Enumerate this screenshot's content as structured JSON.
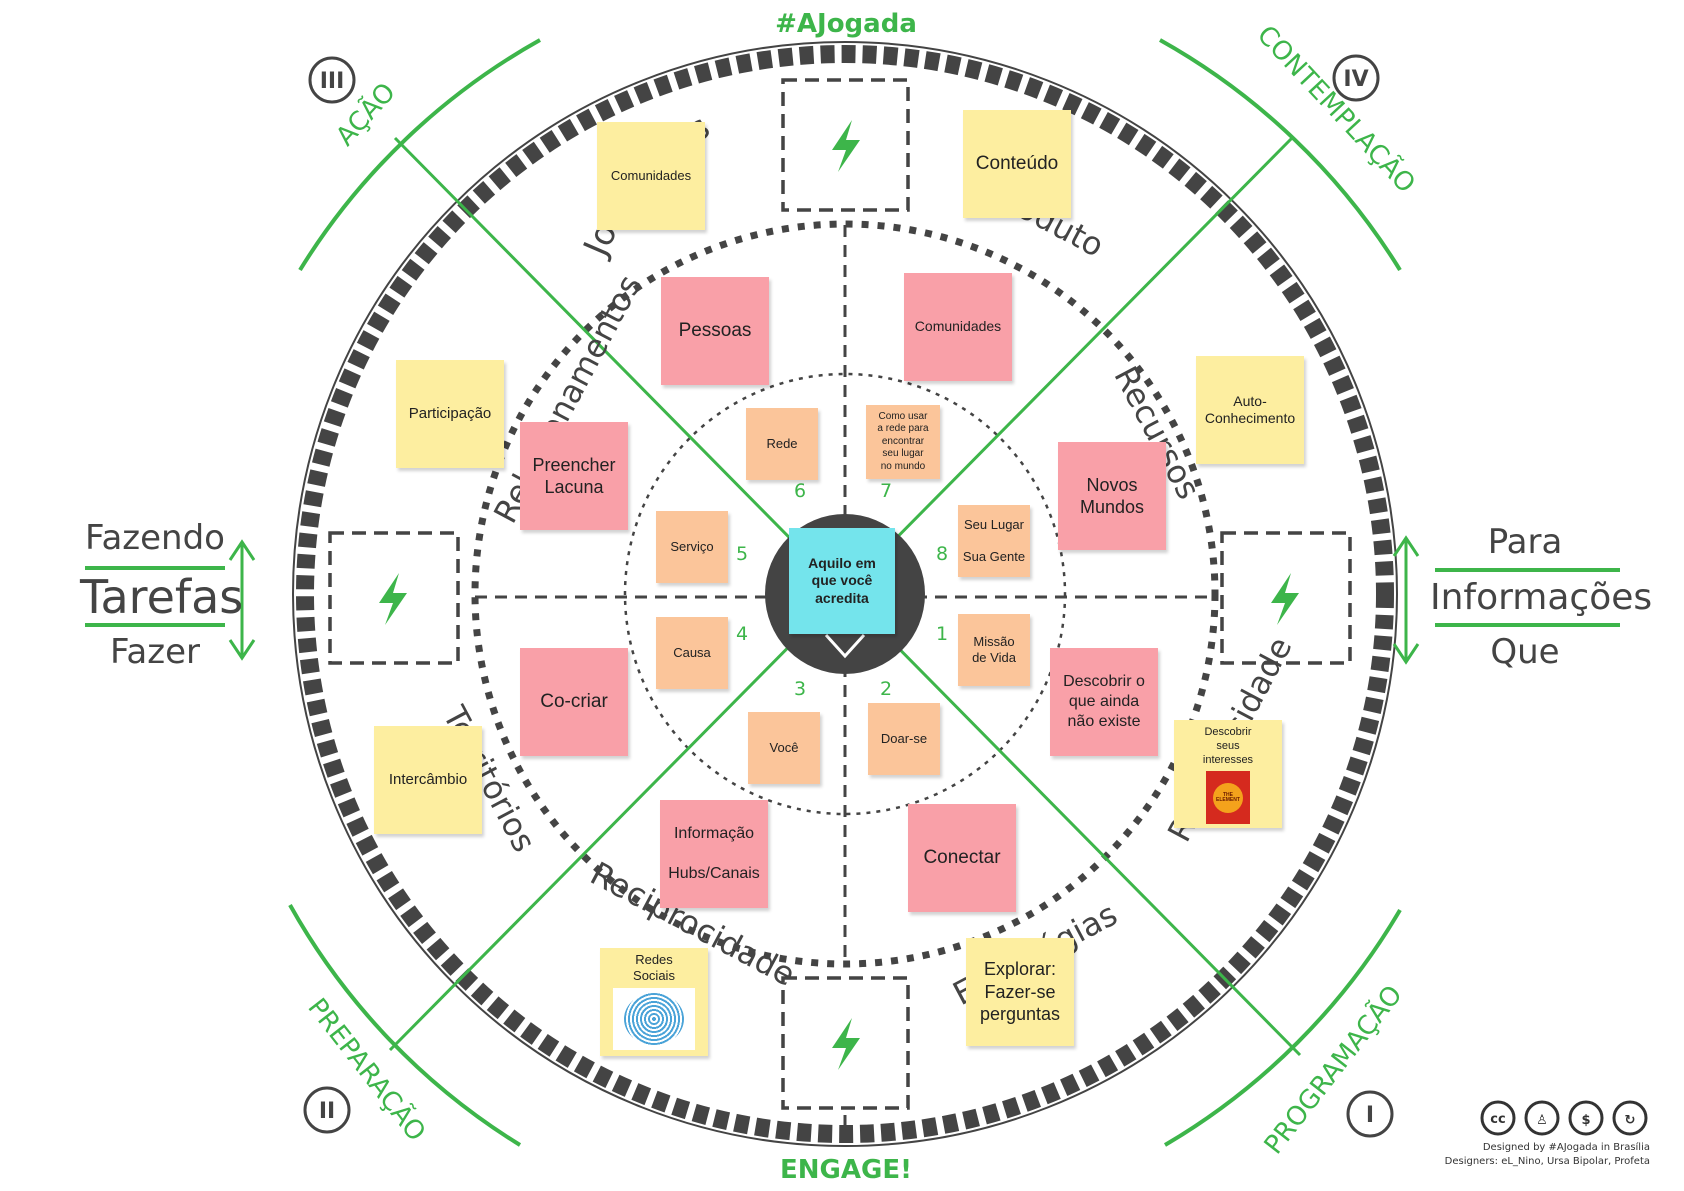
{
  "header": {
    "top_tag": "#AJogada",
    "bottom_tag": "ENGAGE!"
  },
  "phases": {
    "acao": "AÇÃO",
    "contemplacao": "CONTEMPLAÇÃO",
    "preparacao": "PREPARAÇÃO",
    "programacao": "PROGRAMAÇÃO"
  },
  "roman": {
    "acao": "III",
    "contemplacao": "IV",
    "preparacao": "II",
    "programacao": "I"
  },
  "left_panel": {
    "top": "Fazendo",
    "middle": "Tarefas",
    "bottom": "Fazer"
  },
  "right_panel": {
    "top": "Para",
    "middle": "Informações",
    "bottom": "Que"
  },
  "ring_labels": {
    "jogadores": "Jogadores",
    "produto": "Produto",
    "recursos": "Recursos",
    "relacionamentos": "Relacionamentos",
    "estrategias": "Estratégias",
    "reciprocidade": "Reciprocidade",
    "territorios": "Territórios"
  },
  "center": {
    "label": "Aquilo em que você acredita"
  },
  "outer_notes": [
    {
      "id": "comunidades-yellow",
      "text": "Comunidades"
    },
    {
      "id": "conteudo",
      "text": "Conteúdo"
    },
    {
      "id": "participacao",
      "text": "Participação"
    },
    {
      "id": "auto-conhecimento",
      "text": "Auto-\nConhecimento"
    },
    {
      "id": "intercambio",
      "text": "Intercâmbio"
    },
    {
      "id": "descobrir-interesses",
      "text": "Descobrir\nseus\ninteresses"
    },
    {
      "id": "redes-sociais",
      "text": "Redes\nSociais"
    },
    {
      "id": "explorar",
      "text": "Explorar:\nFazer-se\nperguntas"
    }
  ],
  "middle_notes": [
    {
      "id": "pessoas",
      "text": "Pessoas"
    },
    {
      "id": "comunidades-pink",
      "text": "Comunidades"
    },
    {
      "id": "preencher-lacuna",
      "text": "Preencher\nLacuna"
    },
    {
      "id": "novos-mundos",
      "text": "Novos\nMundos"
    },
    {
      "id": "co-criar",
      "text": "Co-criar"
    },
    {
      "id": "descobrir-nao-existe",
      "text": "Descobrir o\nque ainda\nnão existe"
    },
    {
      "id": "informacao-hubs",
      "text": "Informação\n\nHubs/Canais"
    },
    {
      "id": "conectar",
      "text": "Conectar"
    }
  ],
  "inner_notes": [
    {
      "id": "rede",
      "text": "Rede"
    },
    {
      "id": "como-usar",
      "text": "Como usar\na rede para\nencontrar\nseu lugar\nno mundo"
    },
    {
      "id": "servico",
      "text": "Serviço"
    },
    {
      "id": "seu-lugar",
      "text": "Seu Lugar\n\nSua Gente"
    },
    {
      "id": "causa",
      "text": "Causa"
    },
    {
      "id": "missao",
      "text": "Missão\nde Vida"
    },
    {
      "id": "voce",
      "text": "Você"
    },
    {
      "id": "doar-se",
      "text": "Doar-se"
    }
  ],
  "sector_numbers": [
    "1",
    "2",
    "3",
    "4",
    "5",
    "6",
    "7",
    "8"
  ],
  "book_cover_text": "THE ELEMENT",
  "credits": {
    "line1": "Designed by #AJogada in Brasília",
    "line2": "Designers: eL_Nino, Ursa Bipolar, Profeta"
  },
  "colors": {
    "green": "#3db54a",
    "dark": "#444444",
    "yellow": "#fdeea0",
    "pink": "#f9a0a8",
    "peach": "#fbc59a",
    "cyan": "#74e4ec"
  },
  "icons": [
    "lightning-icon",
    "up-down-arrow-icon",
    "creative-commons-icon"
  ]
}
